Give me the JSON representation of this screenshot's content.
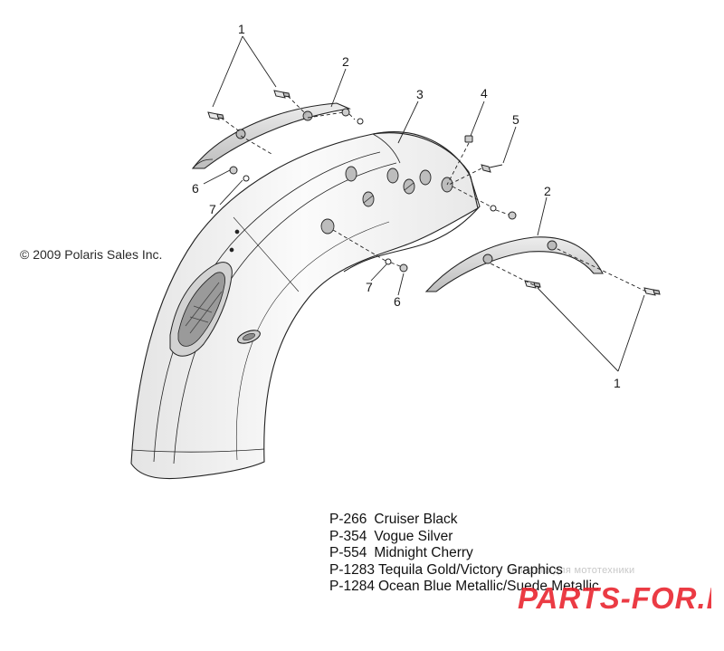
{
  "callouts": {
    "c1_top": "1",
    "c2_top": "2",
    "c3": "3",
    "c4": "4",
    "c5": "5",
    "c6_left": "6",
    "c7_left": "7",
    "c2_right": "2",
    "c7_right": "7",
    "c6_right": "6",
    "c1_bottom": "1"
  },
  "copyright": "© 2009 Polaris Sales Inc.",
  "legend": [
    {
      "code": "P-266",
      "name": "Cruiser Black"
    },
    {
      "code": "P-354",
      "name": "Vogue Silver"
    },
    {
      "code": "P-554",
      "name": "Midnight Cherry"
    },
    {
      "code": "P-1283",
      "name": "Tequila Gold/Victory Graphics"
    },
    {
      "code": "P-1284",
      "name": "Ocean Blue Metallic/Suede Metallic"
    }
  ],
  "watermark": {
    "tagline": "запчасти для мототехники",
    "logo_text": "PARTS-FOR.RU",
    "logo_color": "#e8202a"
  },
  "colors": {
    "line": "#222222",
    "fill_light": "#f2f2f2",
    "fill_mid": "#d9d9d9"
  }
}
